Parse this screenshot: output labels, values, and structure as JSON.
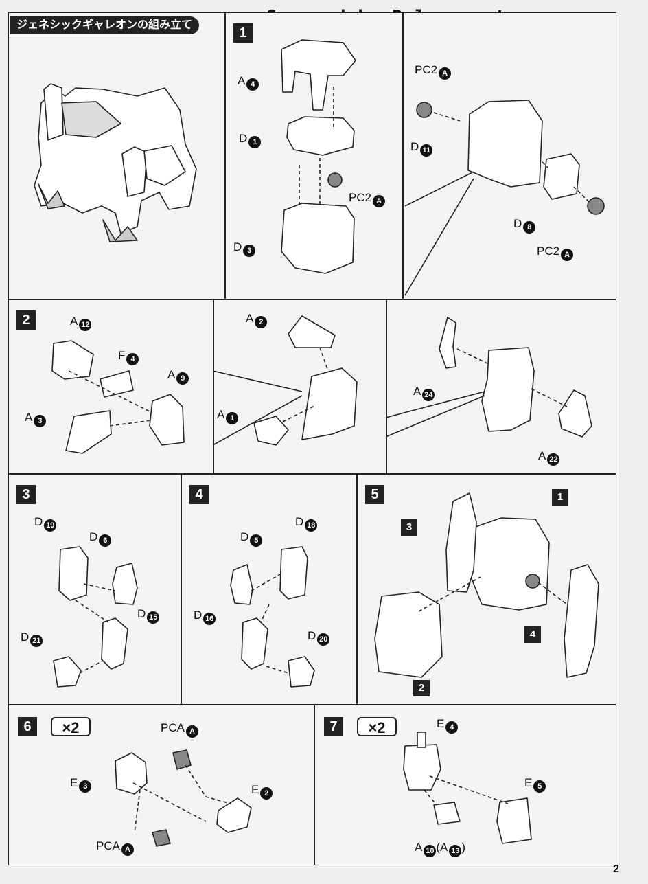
{
  "watermark": "Scanned by Dalong.net",
  "title": "ジェネシックギャレオンの組み立て",
  "page_number": "2",
  "multiplier": "×2",
  "steps": {
    "s1": "1",
    "s2": "2",
    "s3": "3",
    "s4": "4",
    "s5": "5",
    "s6": "6",
    "s7": "7"
  },
  "labels": {
    "s1a": {
      "pre": "A",
      "num": "4"
    },
    "s1b": {
      "pre": "D",
      "num": "1"
    },
    "s1c": {
      "pre": "PC2",
      "num": "A"
    },
    "s1d": {
      "pre": "D",
      "num": "3"
    },
    "s1e": {
      "pre": "PC2",
      "num": "A"
    },
    "s1f": {
      "pre": "D",
      "num": "11"
    },
    "s1g": {
      "pre": "D",
      "num": "8"
    },
    "s1h": {
      "pre": "PC2",
      "num": "A"
    },
    "s2a": {
      "pre": "A",
      "num": "12"
    },
    "s2b": {
      "pre": "F",
      "num": "4"
    },
    "s2c": {
      "pre": "A",
      "num": "9"
    },
    "s2d": {
      "pre": "A",
      "num": "3"
    },
    "s2e": {
      "pre": "A",
      "num": "2"
    },
    "s2f": {
      "pre": "A",
      "num": "1"
    },
    "s2g": {
      "pre": "A",
      "num": "24"
    },
    "s2h": {
      "pre": "A",
      "num": "22"
    },
    "s3a": {
      "pre": "D",
      "num": "19"
    },
    "s3b": {
      "pre": "D",
      "num": "6"
    },
    "s3c": {
      "pre": "D",
      "num": "15"
    },
    "s3d": {
      "pre": "D",
      "num": "21"
    },
    "s4a": {
      "pre": "D",
      "num": "5"
    },
    "s4b": {
      "pre": "D",
      "num": "18"
    },
    "s4c": {
      "pre": "D",
      "num": "16"
    },
    "s4d": {
      "pre": "D",
      "num": "20"
    },
    "s6a": {
      "pre": "PCA",
      "num": "A"
    },
    "s6b": {
      "pre": "E",
      "num": "3"
    },
    "s6c": {
      "pre": "E",
      "num": "2"
    },
    "s6d": {
      "pre": "PCA",
      "num": "A"
    },
    "s7a": {
      "pre": "E",
      "num": "4"
    },
    "s7b": {
      "pre": "E",
      "num": "5"
    },
    "s7c": {
      "pre": "A",
      "num": "10",
      "paren_pre": "(A",
      "paren_num": "13",
      "paren_post": ")"
    }
  },
  "step5_refs": {
    "r1": "1",
    "r2": "2",
    "r3": "3",
    "r4": "4"
  }
}
